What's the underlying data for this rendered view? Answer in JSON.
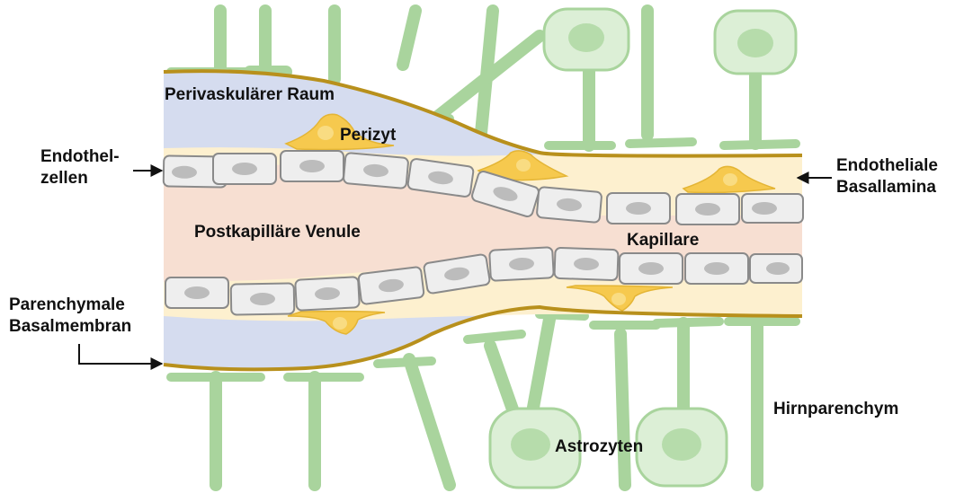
{
  "labels": {
    "perivascular_space": "Perivaskulärer Raum",
    "pericyte": "Perizyt",
    "endothelial_cells_line1": "Endothel-",
    "endothelial_cells_line2": "zellen",
    "endothelial_basal_lamina_line1": "Endotheliale",
    "endothelial_basal_lamina_line2": "Basallamina",
    "postcapillary_venule": "Postkapilläre Venule",
    "capillary": "Kapillare",
    "parenchymal_membrane_line1": "Parenchymale",
    "parenchymal_membrane_line2": "Basalmembran",
    "brain_parenchyma": "Hirnparenchym",
    "astrocytes": "Astrozyten"
  },
  "colors": {
    "lumen": "#f7dfd2",
    "endothelial_cell_fill": "#eeeeee",
    "endothelial_cell_stroke": "#8a8a8a",
    "nucleus": "#bcbcbc",
    "basal_lamina_band": "#fdf0cf",
    "pericyte": "#f6c94e",
    "perivascular_space": "#d5dcef",
    "membrane_line": "#b8901c",
    "astrocyte": "#dcefd6",
    "astrocyte_nucleus": "#b6dcab",
    "astrocyte_stroke": "#a9d49d"
  }
}
